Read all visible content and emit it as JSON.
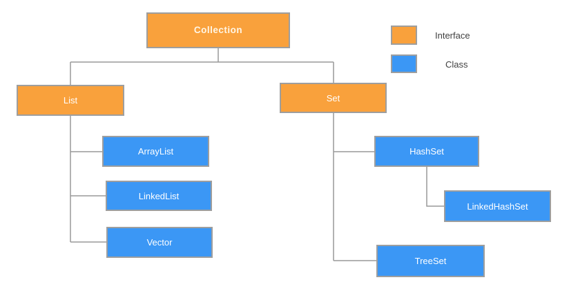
{
  "diagram": {
    "nodes": {
      "collection": {
        "label": "Collection",
        "type": "interface"
      },
      "list": {
        "label": "List",
        "type": "interface"
      },
      "set": {
        "label": "Set",
        "type": "interface"
      },
      "arraylist": {
        "label": "ArrayList",
        "type": "class"
      },
      "linkedlist": {
        "label": "LinkedList",
        "type": "class"
      },
      "vector": {
        "label": "Vector",
        "type": "class"
      },
      "hashset": {
        "label": "HashSet",
        "type": "class"
      },
      "linkedhashset": {
        "label": "LinkedHashSet",
        "type": "class"
      },
      "treeset": {
        "label": "TreeSet",
        "type": "class"
      }
    },
    "edges": [
      "Collection->List",
      "Collection->Set",
      "List->ArrayList",
      "List->LinkedList",
      "List->Vector",
      "Set->HashSet",
      "HashSet->LinkedHashSet",
      "Set->TreeSet"
    ],
    "legend": {
      "interface": {
        "label": "Interface",
        "color": "#f9a13c"
      },
      "class": {
        "label": "Class",
        "color": "#3b97f5"
      }
    },
    "colors": {
      "interface_fill": "#f9a13c",
      "class_fill": "#3b97f5",
      "node_border": "#9e9e9e",
      "connector": "#999999",
      "node_text": "#ffffff",
      "legend_text": "#3f3f3f",
      "background": "#ffffff"
    }
  }
}
